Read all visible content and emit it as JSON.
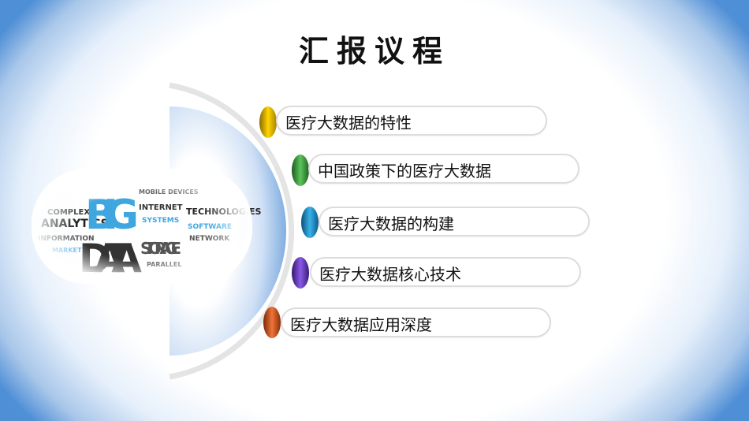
{
  "title": "汇报议程",
  "image": {
    "words": [
      "BIG",
      "DATA",
      "ANALYTICS",
      "STORAGE",
      "TECHNOLOGIES",
      "INTERNET",
      "COMPLEX",
      "SYSTEMS"
    ]
  },
  "items": [
    {
      "label": "医疗大数据的特性",
      "color": "#e6b800"
    },
    {
      "label": "中国政策下的医疗大数据",
      "color": "#3a9a3a"
    },
    {
      "label": "医疗大数据的构建",
      "color": "#1e8cc4"
    },
    {
      "label": "医疗大数据核心技术",
      "color": "#6a3cc0"
    },
    {
      "label": "医疗大数据应用深度",
      "color": "#d2521e"
    }
  ],
  "colors": {
    "arc": "#e2e2e2",
    "bubble": "#5b95d6"
  }
}
